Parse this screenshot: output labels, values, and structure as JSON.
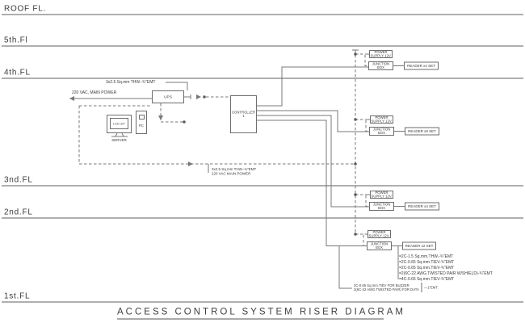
{
  "title": "ACCESS  CONTROL  SYSTEM  RISER  DIAGRAM",
  "floors": [
    "ROOF FL.",
    "5th.Fl",
    "4th.FL",
    "3nd.FL",
    "2nd.FL",
    "1st.FL"
  ],
  "equipment_room": {
    "ups_label": "UPS",
    "monitor_label": "LCD 20\"",
    "server_label": "SERVER",
    "pc_label": "PC",
    "controller_line1": "CONTROLLER",
    "controller_line2": "1"
  },
  "annotations": {
    "ups_feed": "3x2.5  Sq.mm  THW.-¾\"EMT",
    "main_power": "220 VAC, MAIN POWER",
    "riser_feed_line1": "3x2.5  Sq.mm  THW.-¾\"EMT",
    "riser_feed_line2": "220 VAC MAIN POWER"
  },
  "clusters": [
    {
      "ps_line1": "POWER",
      "ps_line2": "SUPPLY 12V.",
      "jb_line1": "JUNCTION",
      "jb_line2": "BOX",
      "reader_label": "READER x4 SET"
    },
    {
      "ps_line1": "POWER",
      "ps_line2": "SUPPLY 12V.",
      "jb_line1": "JUNCTION",
      "jb_line2": "BOX",
      "reader_label": "READER x8 SET"
    },
    {
      "ps_line1": "POWER",
      "ps_line2": "SUPPLY 12V.",
      "jb_line1": "JUNCTION",
      "jb_line2": "BOX",
      "reader_label": "READER x4 SET"
    },
    {
      "ps_line1": "POWER",
      "ps_line2": "SUPPLY 12V.",
      "jb_line1": "JUNCTION",
      "jb_line2": "BOX",
      "reader_label": "READER x2 SET"
    }
  ],
  "legend": [
    "=2C-1.5  Sq.mm.THW.-¾\"EMT",
    "=2C-0.65  Sq.mm.TIEV-¾\"EMT",
    "=2C-0.65  Sq.mm.TIEV-¾\"EMT",
    "=2(6C-22  AWG.TWISTED  PAIR  W/SHIELD)-¾\"EMT",
    "=4C-0.65  Sq.mm.TIEV-¾\"EMT"
  ],
  "riser_note": {
    "line1": "2C-0.65 Sq.mm.TIEV FOR BUZZER",
    "line2": "2(6C-22 AWG.TWISTED PAIR) FOR DATA",
    "suffix": "—1\"EMT."
  }
}
